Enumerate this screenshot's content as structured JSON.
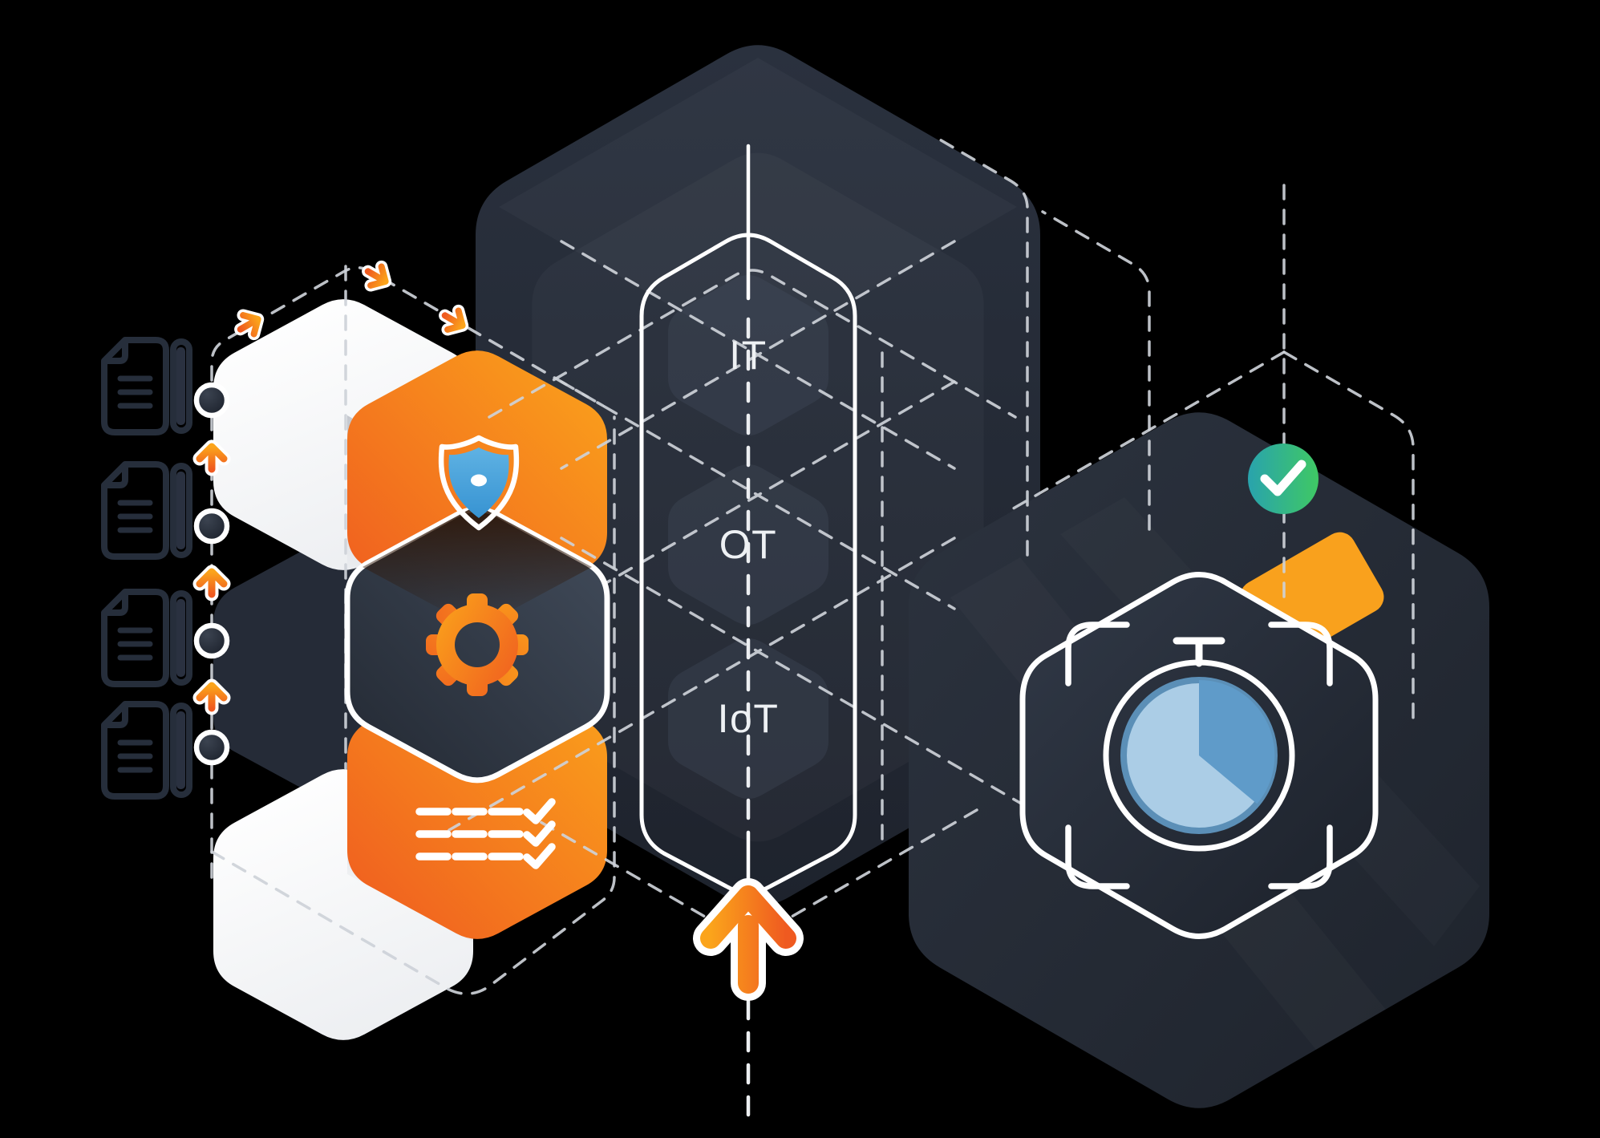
{
  "illustration": {
    "pillar": {
      "items": [
        {
          "id": "it",
          "label": "IT"
        },
        {
          "id": "ot",
          "label": "OT"
        },
        {
          "id": "iot",
          "label": "IoT"
        }
      ]
    },
    "icons": [
      "document-icon",
      "up-arrow-icon",
      "diagonal-arrow-icon",
      "shield-icon",
      "gear-icon",
      "checklist-icon",
      "timer-icon",
      "focus-brackets-icon",
      "check-circle-icon",
      "rail-dot"
    ],
    "colors": {
      "background": "#000000",
      "orangeA": "#fba41b",
      "orangeB": "#ef5a20",
      "tab": "#f9a11d",
      "shieldA": "#5fb2e3",
      "shieldB": "#3793d2",
      "greenA": "#29a3ad",
      "greenB": "#3fc864",
      "timerFace": "#abcde6",
      "timerWedge": "#5f9bc9",
      "timerRim": "#5b8fb7",
      "dash": "#cdd1d8",
      "panelDark": "#262d3a",
      "panelEdge": "#262e3b",
      "white": "#ffffff"
    }
  }
}
